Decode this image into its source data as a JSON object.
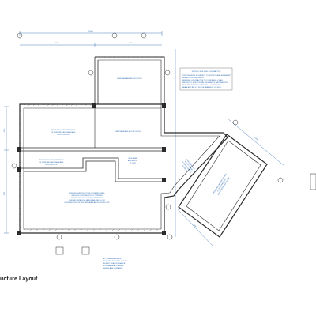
{
  "sheet": {
    "title": "ucture Layout",
    "colors": {
      "wall": "#2b2b2b",
      "annotation": "#1f5fa8",
      "paper": "#ffffff"
    }
  },
  "notes": {
    "main_note": {
      "heading": "NOTE TO BUILDING CONTRACTOR",
      "lines": [
        "THIS DRAWING IS SUBJECT TO STRUCTURAL ENGINEER'S",
        "INSPECTION AND CHECK.",
        "BUILDING CONTRACTOR TO CONFIRM ALL WALL",
        "WIDTHS TO STRUCTURAL ENGINEER'S SATISFACTION",
        "BEFORE ORDERING MATERIALS. CONFIRM ALL",
        "BEAM AND BLOCK FLOOR BEARINGS ON SITE."
      ]
    },
    "bottom_note": [
      "ALL ,pnzonimahe and lh",
      "BEAM AND BLOCK FLOOR TO",
      "BE BUILT IN ACCORDANCE",
      "WITH MANUFACTURER'S",
      "DESIGN AND GUIDANCE"
    ]
  },
  "rooms": {
    "upper": [
      "NEW BEAM AND BLOCK FLOOR"
    ],
    "left_top": [
      "PROJECTED NEW EXTENSION",
      "OF NEW PRE-CAST BEAM AND",
      "BLOCK FLOOR"
    ],
    "center": [
      "NEW BEAM AND BLOCK FLOOR"
    ],
    "left_mid": [
      "PROJECTED NEW EXTENSION",
      "OF NEW PRE-CAST BEAM AND",
      "BLOCK FLOOR"
    ],
    "center_small": [
      "NEW BEAM",
      "AND BLOCK",
      "FLOOR"
    ],
    "lower": [
      "EXISTING SUBSTRUCTURE TO BE RETAINED.",
      "BUILDING CONTRACTOR TO CONFIRM",
      "SUITABILITY OF FLOOR AND BEARINGS",
      "BEFORE INSTALLING NEW BEAM AND BLOCK",
      "EXTENSION FLOOR AND NEW BEAM AND BLOCK FLOOR"
    ],
    "right_connector": [
      "NEW BEAM AND",
      "BLOCK FLOOR",
      "CONNECTING TO",
      "EXISTING"
    ],
    "rotated_wing": [
      "PROPOSED NEW EXTENSION",
      "OF NEW PRE-CAST",
      "BEAM AND BLOCK FLOOR"
    ]
  },
  "dimensions": {
    "top_overall": "11000",
    "top_left": "7000",
    "top_right": "4000",
    "left_upper": "4100",
    "left_lower": "5450",
    "rotated_side": "6700",
    "rotated_top": "3350"
  }
}
